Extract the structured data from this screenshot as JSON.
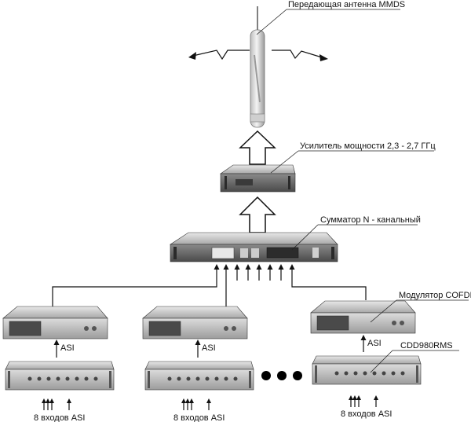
{
  "labels": {
    "antenna": "Передающая антенна MMDS",
    "amplifier": "Усилитель мощности 2,3 - 2,7 ГГц",
    "combiner": "Сумматор N - канальный",
    "modulator": "Модулятор COFDM",
    "encoder": "CDD980RMS",
    "asi": "ASI",
    "inputs": "8 входов ASI"
  },
  "colors": {
    "device_dark": "#5a5a5a",
    "device_light": "#d9d9d9",
    "line": "#111111"
  }
}
